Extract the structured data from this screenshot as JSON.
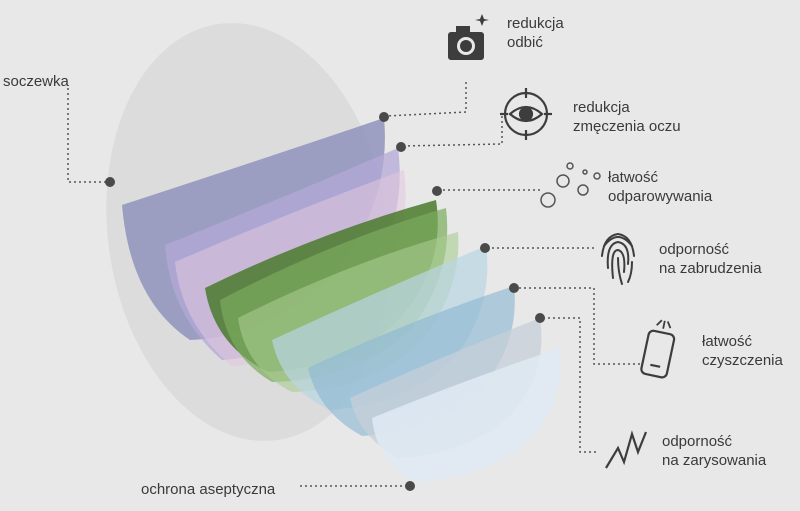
{
  "diagram": {
    "layers": [
      {
        "name": "lens",
        "label": "soczewka"
      },
      {
        "name": "reflection",
        "label_lines": [
          "redukcja",
          "odbić"
        ],
        "icon": "camera-flash-icon"
      },
      {
        "name": "eye-strain",
        "label_lines": [
          "redukcja",
          "zmęczenia oczu"
        ],
        "icon": "eye-target-icon"
      },
      {
        "name": "evaporation",
        "label_lines": [
          "łatwość",
          "odparowywania"
        ],
        "icon": "bubbles-icon"
      },
      {
        "name": "smudge",
        "label_lines": [
          "odporność",
          "na zabrudzenia"
        ],
        "icon": "fingerprint-icon"
      },
      {
        "name": "cleaning",
        "label_lines": [
          "łatwość",
          "czyszczenia"
        ],
        "icon": "phone-clean-icon"
      },
      {
        "name": "scratch",
        "label_lines": [
          "odporność",
          "na zarysowania"
        ],
        "icon": "scratch-icon"
      },
      {
        "name": "aseptic",
        "label": "ochrona aseptyczna"
      }
    ],
    "colors": {
      "background": "#e8e8e8",
      "lens": "#d6d6d6",
      "reflection": "#8a8fb5",
      "eye_strain": "#b8a9d6",
      "pink": "#e2c4de",
      "green_dark": "#4e7d2e",
      "green_mid": "#78a85a",
      "green_light": "#a8c98e",
      "blue_light": "#b7d4e2",
      "blue_mid": "#8fb8d2",
      "grey_blue": "#c3cdd6",
      "ice": "#dce9f3",
      "leader": "#555555"
    }
  }
}
